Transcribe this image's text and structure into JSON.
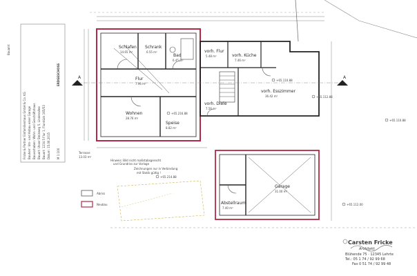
{
  "colors": {
    "new_wall": "#b02a44",
    "old_wall": "#222222",
    "line": "#555555",
    "paper": "#ffffff"
  },
  "title_block": {
    "lines": [
      "Fricke & Partner Einfamilienhaus GmbH & Co. KG",
      "Bauherr: Um- und Anbau einer Garage",
      "Bauvorhaben: Wohn- und Geschäftshaus",
      "Bauort: Unser Steinweg 5, Lindenallee",
      "Bauort: 1234 5 Flur 1, Flurstück 165/53",
      "Datum: 15.06.2015",
      "M 1:100",
      "ERDGESCHOSS"
    ],
    "margin_note": "Bauamt"
  },
  "rooms": {
    "schlafen": {
      "name": "Schlafen",
      "area": "14.65 m²"
    },
    "schrank": {
      "name": "Schrank",
      "area": "6.55 m²"
    },
    "bad": {
      "name": "Bad",
      "area": "6.45 m²"
    },
    "flur": {
      "name": "Flur",
      "area": "7.96 m²"
    },
    "wohnen": {
      "name": "Wohnen",
      "area": "28.76 m²"
    },
    "speise": {
      "name": "Speise",
      "area": "8.82 m²"
    },
    "vorh_flur": {
      "name": "vorh. Flur",
      "area": "5.48 m²"
    },
    "vorh_kueche": {
      "name": "vorh. Küche",
      "area": "7.46 m²"
    },
    "vorh_essen": {
      "name": "vorh. Esszimmer",
      "area": "36.42 m²"
    },
    "vorh_diele": {
      "name": "vorh. Diele",
      "area": "7.56 m²"
    },
    "garage": {
      "name": "Garage",
      "area": "31.00 m²"
    },
    "abstellraum": {
      "name": "Abstellraum",
      "area": "7.40 m²"
    }
  },
  "annotations": {
    "section_a_label": "A",
    "level_1": "+65.110.88",
    "level_2": "+65.112.88",
    "level_3": "+65.110.88",
    "level_4": "+65.214.88",
    "terrace": "Terrasse",
    "terrace_area": "13.03 m²",
    "dimension_note_1": "Zeichnungen nur in Verbindung",
    "dimension_note_2": "mit Statik gültig !",
    "level_5": "+65.216.88",
    "hint_1": "Hinweis: Bild nicht maßstabsgerecht",
    "hint_2": "und Grundriss zur Vorlage",
    "level_6": "+65.112.00"
  },
  "legend": {
    "items": [
      {
        "label": "Abriss"
      },
      {
        "label": "Neubau"
      }
    ]
  },
  "stamp": {
    "name": "Carsten Fricke",
    "subtitle": "Architekt",
    "street": "Blühende 75 · 12345 Lehrte",
    "phone": "Tel.: 05 1 74 / 92 99 68",
    "fax": "Fax 0 51 74 / 92 99 48"
  }
}
